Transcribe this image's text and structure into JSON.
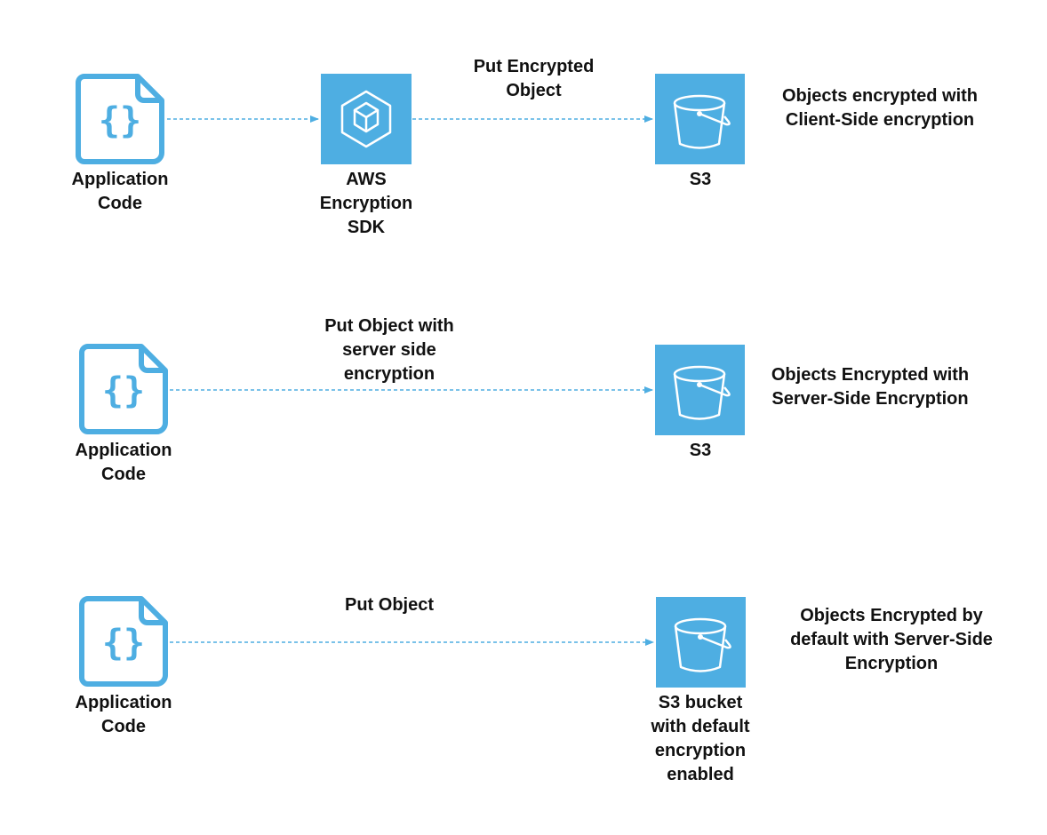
{
  "colors": {
    "accent": "#4eaee2",
    "icon_fg": "#ffffff",
    "text": "#111111",
    "connector": "#4eaee2"
  },
  "rows": [
    {
      "source": {
        "icon": "code-file-icon",
        "label": "Application\nCode"
      },
      "middle": {
        "icon": "encryption-sdk-icon",
        "label": "AWS\nEncryption\nSDK"
      },
      "edge_label": "Put Encrypted\nObject",
      "target": {
        "icon": "s3-bucket-icon",
        "label": "S3"
      },
      "note": "Objects encrypted with\nClient-Side encryption"
    },
    {
      "source": {
        "icon": "code-file-icon",
        "label": "Application\nCode"
      },
      "edge_label": "Put Object with\nserver side\nencryption",
      "target": {
        "icon": "s3-bucket-icon",
        "label": "S3"
      },
      "note": "Objects Encrypted with\nServer-Side Encryption"
    },
    {
      "source": {
        "icon": "code-file-icon",
        "label": "Application\nCode"
      },
      "edge_label": "Put Object",
      "target": {
        "icon": "s3-bucket-icon",
        "label": "S3 bucket\nwith default\nencryption\nenabled"
      },
      "note": "Objects Encrypted by\ndefault with Server-Side\nEncryption"
    }
  ]
}
